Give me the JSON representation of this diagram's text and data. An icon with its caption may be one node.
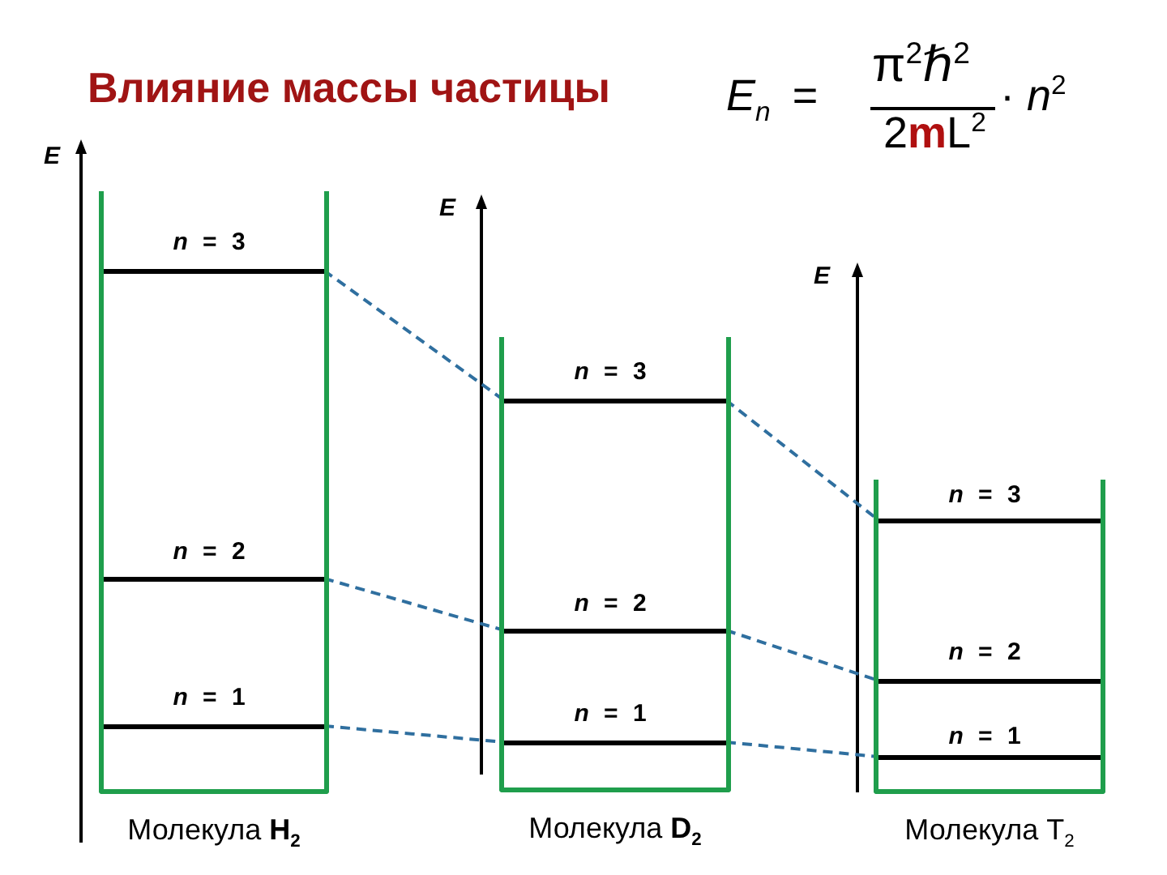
{
  "diagram": {
    "title": "Влияние массы частицы",
    "nodes": [
      {
        "text": [],
        "shape": "box",
        "beside": [
          "Молекула **H**$_{2}$"
        ]
      },
      {
        "text": [
          "*n* = 3"
        ],
        "in": 0
      },
      {
        "text": [
          "*n* = 2"
        ],
        "in": 0
      },
      {
        "text": [
          "*n* = 1"
        ],
        "in": 0
      },
      {
        "text": [],
        "shape": "box",
        "beside": [
          "Молекула **D**$_{2}$"
        ]
      },
      {
        "text": [
          "*n* = 3"
        ],
        "in": 4
      },
      {
        "text": [
          "*n* = 2"
        ],
        "in": 4
      },
      {
        "text": [
          "*n* = 1"
        ],
        "in": 4
      },
      {
        "text": [],
        "shape": "box",
        "beside": [
          "Молекула T$_{2}$"
        ]
      },
      {
        "text": [
          "*n* = 3"
        ],
        "in": 8
      },
      {
        "text": [
          "*n* = 2"
        ],
        "in": 8
      },
      {
        "text": [
          "*n* = 1"
        ],
        "in": 8
      }
    ],
    "edges": [
      {
        "from": 1,
        "to": 5,
        "arrow": "none",
        "style": "dashed"
      },
      {
        "from": 5,
        "to": 9,
        "arrow": "none",
        "style": "dashed"
      },
      {
        "from": 2,
        "to": 6,
        "arrow": "none",
        "style": "dashed"
      },
      {
        "from": 6,
        "to": 10,
        "arrow": "none",
        "style": "dashed"
      },
      {
        "from": 3,
        "to": 7,
        "arrow": "none",
        "style": "dashed"
      },
      {
        "from": 7,
        "to": 11,
        "arrow": "none",
        "style": "dashed"
      }
    ],
    "labels": [
      "*E*$_{n}$ =",
      "π$^{2}$ℏ$^{2}$",
      "2**m**L$^{2}$",
      "· *n*$^{2}$",
      "E",
      "E",
      "E"
    ]
  }
}
